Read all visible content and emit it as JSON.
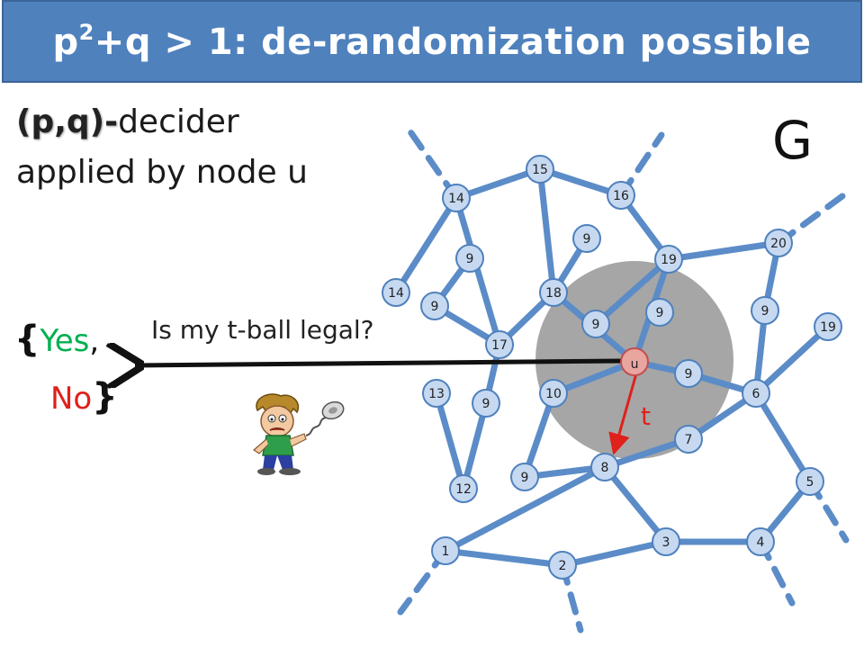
{
  "title": {
    "base": "p",
    "exponent": "2",
    "rest": "+q > 1: de-randomization possible"
  },
  "decider": {
    "pq_label": "(p,q)-",
    "line1_rest": "decider",
    "line2": "applied by node u"
  },
  "graph_name": "G",
  "question": "Is my t-ball legal?",
  "answers": {
    "open_brace": "{",
    "yes": "Yes",
    "comma": ",",
    "no": "No",
    "close_brace": "}"
  },
  "radius_label": "t",
  "center_node_label": "u",
  "nodes": [
    {
      "id": "n1",
      "label": "1"
    },
    {
      "id": "n2",
      "label": "2"
    },
    {
      "id": "n3",
      "label": "3"
    },
    {
      "id": "n4",
      "label": "4"
    },
    {
      "id": "n5",
      "label": "5"
    },
    {
      "id": "n6",
      "label": "6"
    },
    {
      "id": "n7",
      "label": "7"
    },
    {
      "id": "n8",
      "label": "8"
    },
    {
      "id": "n9a",
      "label": "9"
    },
    {
      "id": "n10",
      "label": "10"
    },
    {
      "id": "n9b",
      "label": "9"
    },
    {
      "id": "n12",
      "label": "12"
    },
    {
      "id": "n13",
      "label": "13"
    },
    {
      "id": "n17",
      "label": "17"
    },
    {
      "id": "n14a",
      "label": "14"
    },
    {
      "id": "n9c",
      "label": "9"
    },
    {
      "id": "n9d",
      "label": "9"
    },
    {
      "id": "n14b",
      "label": "14"
    },
    {
      "id": "n15",
      "label": "15"
    },
    {
      "id": "n16",
      "label": "16"
    },
    {
      "id": "n9e",
      "label": "9"
    },
    {
      "id": "n18",
      "label": "18"
    },
    {
      "id": "n9f",
      "label": "9"
    },
    {
      "id": "n9g",
      "label": "9"
    },
    {
      "id": "n19a",
      "label": "19"
    },
    {
      "id": "n20",
      "label": "20"
    },
    {
      "id": "n9h",
      "label": "9"
    },
    {
      "id": "n19b",
      "label": "19"
    },
    {
      "id": "n9i",
      "label": "9"
    },
    {
      "id": "u",
      "label": "u"
    }
  ],
  "colors": {
    "title_bg": "#4f81bd",
    "edge": "#5b8cc8",
    "node_fill": "#c6d9f1",
    "ball": "#a6a6a6",
    "arrow": "#e0201b",
    "yes": "#00b050",
    "no": "#e0201b"
  },
  "icons": [
    "confused-person-icon"
  ]
}
